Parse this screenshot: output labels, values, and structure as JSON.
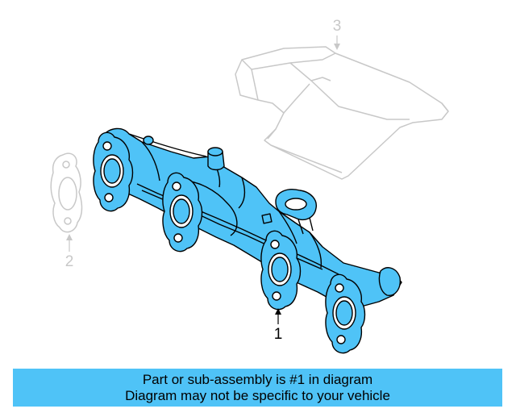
{
  "callouts": [
    {
      "number": "1",
      "highlighted": true
    },
    {
      "number": "2",
      "highlighted": false
    },
    {
      "number": "3",
      "highlighted": false
    }
  ],
  "caption": {
    "line1": "Part or sub-assembly is #1 in diagram",
    "line2": "Diagram may not be specific to your vehicle"
  },
  "colors": {
    "highlight_fill": "#4fc3f7",
    "outline": "#000000",
    "faded": "#cccccc"
  }
}
